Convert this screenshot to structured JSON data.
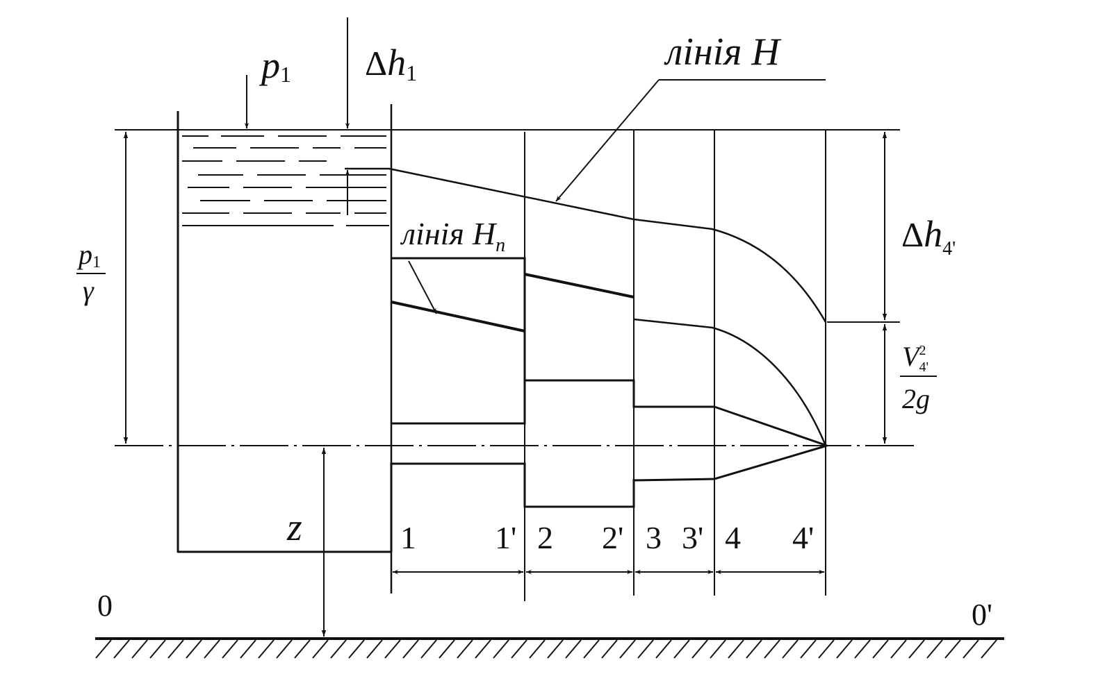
{
  "labels": {
    "line_h": "лінія H",
    "line_hp": "лінія",
    "line_hp_symbol": "H",
    "line_hp_sub": "п",
    "p1_symbol": "p",
    "p1_sub": "1",
    "dh1_delta": "Δ",
    "dh1_symbol": "h",
    "dh1_sub": "1",
    "dh4_delta": "Δ",
    "dh4_symbol": "h",
    "dh4_sub": "4'",
    "frac_p_num": "p",
    "frac_p_num_sub": "1",
    "frac_p_den": "γ",
    "frac_v_num": "V",
    "frac_v_sup": "2",
    "frac_v_sub": "4'",
    "frac_v_den": "2g",
    "z": "z",
    "datum_left": "0",
    "datum_right": "0'"
  },
  "sections": [
    "1",
    "1'",
    "2",
    "2'",
    "3",
    "3'",
    "4",
    "4'"
  ]
}
